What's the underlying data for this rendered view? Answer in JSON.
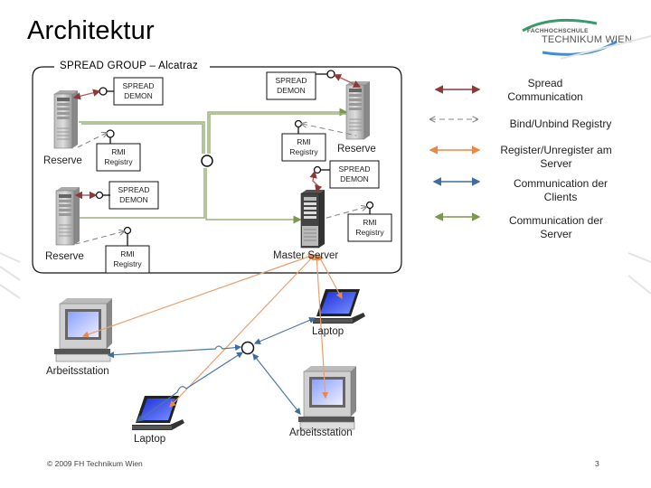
{
  "slide": {
    "title": "Architektur",
    "footer": "© 2009 FH Technikum Wien",
    "page_number": "3"
  },
  "logo": {
    "line1": "FACHHOCHSCHULE",
    "line2": "TECHNIKUM WIEN",
    "colors": {
      "arc_top": "#3a9a6a",
      "arc_bottom": "#3d8fd0",
      "text": "#555555"
    }
  },
  "diagram": {
    "group_label": "SPREAD GROUP – Alcatraz",
    "nodes": {
      "reserve_1": "Reserve",
      "reserve_2": "Reserve",
      "reserve_3": "Reserve",
      "master": "Master Server",
      "workstation_1": "Arbeitsstation",
      "workstation_2": "Arbeitsstation",
      "laptop_1": "Laptop",
      "laptop_2": "Laptop"
    },
    "boxes": {
      "demon_r1_l1": "SPREAD",
      "demon_r1_l2": "DEMON",
      "rmi_r1_l1": "RMI",
      "rmi_r1_l2": "Registry",
      "demon_r2_l1": "SPREAD",
      "demon_r2_l2": "DEMON",
      "rmi_r2_l1": "RMI",
      "rmi_r2_l2": "Registry",
      "demon_r3_l1": "SPREAD",
      "demon_r3_l2": "DEMON",
      "rmi_r3_l1": "RMI",
      "rmi_r3_l2": "Registry",
      "demon_m_l1": "SPREAD",
      "demon_m_l2": "DEMON",
      "rmi_m_l1": "RMI",
      "rmi_m_l2": "Registry"
    }
  },
  "legend": {
    "items": [
      {
        "label_l1": "Spread",
        "label_l2": "Communication",
        "color": "#8b3a3a",
        "style": "solid"
      },
      {
        "label_l1": "Bind/Unbind Registry",
        "label_l2": "",
        "color": "#888888",
        "style": "dashed"
      },
      {
        "label_l1": "Register/Unregister am",
        "label_l2": "Server",
        "color": "#e8894a",
        "style": "solid"
      },
      {
        "label_l1": "Communication der",
        "label_l2": "Clients",
        "color": "#3f6d9e",
        "style": "solid"
      },
      {
        "label_l1": "Communication der",
        "label_l2": "Server",
        "color": "#7a9a4a",
        "style": "solid"
      }
    ]
  }
}
